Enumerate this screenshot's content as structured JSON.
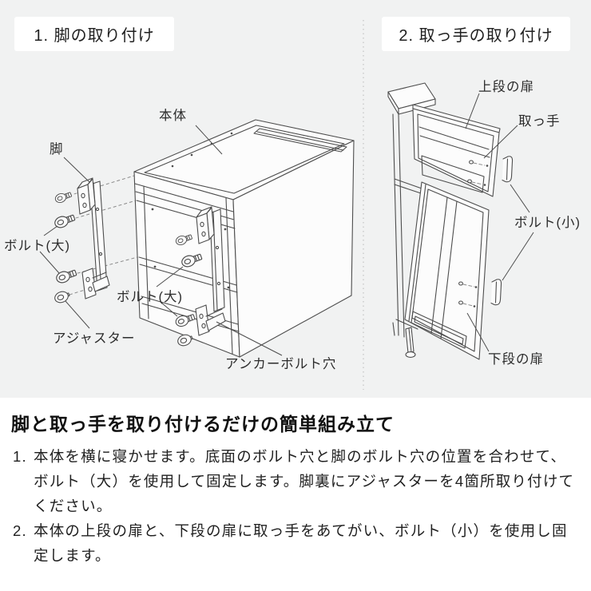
{
  "step1": {
    "title": "1. 脚の取り付け",
    "labels": {
      "body": "本体",
      "leg": "脚",
      "bolt_large_1": "ボルト(大)",
      "bolt_large_2": "ボルト(大)",
      "adjuster": "アジャスター",
      "anchor_bolt_hole": "アンカーボルト穴"
    }
  },
  "step2": {
    "title": "2. 取っ手の取り付け",
    "labels": {
      "upper_door": "上段の扉",
      "handle": "取っ手",
      "bolt_small": "ボルト(小)",
      "lower_door": "下段の扉"
    }
  },
  "instructions": {
    "heading": "脚と取っ手を取り付けるだけの簡単組み立て",
    "steps": [
      {
        "number": "1.",
        "text": "本体を横に寝かせます。底面のボルト穴と脚のボルト穴の位置を合わせて、ボルト（大）を使用して固定します。脚裏にアジャスターを4箇所取り付けてください。"
      },
      {
        "number": "2.",
        "text": "本体の上段の扉と、下段の扉に取っ手をあてがい、ボルト（小）を使用し固定します。"
      }
    ]
  },
  "colors": {
    "section_background": "#f1f2f2",
    "panel_background": "#ffffff",
    "line": "#4d4d4d",
    "text": "#1f1f1f"
  }
}
